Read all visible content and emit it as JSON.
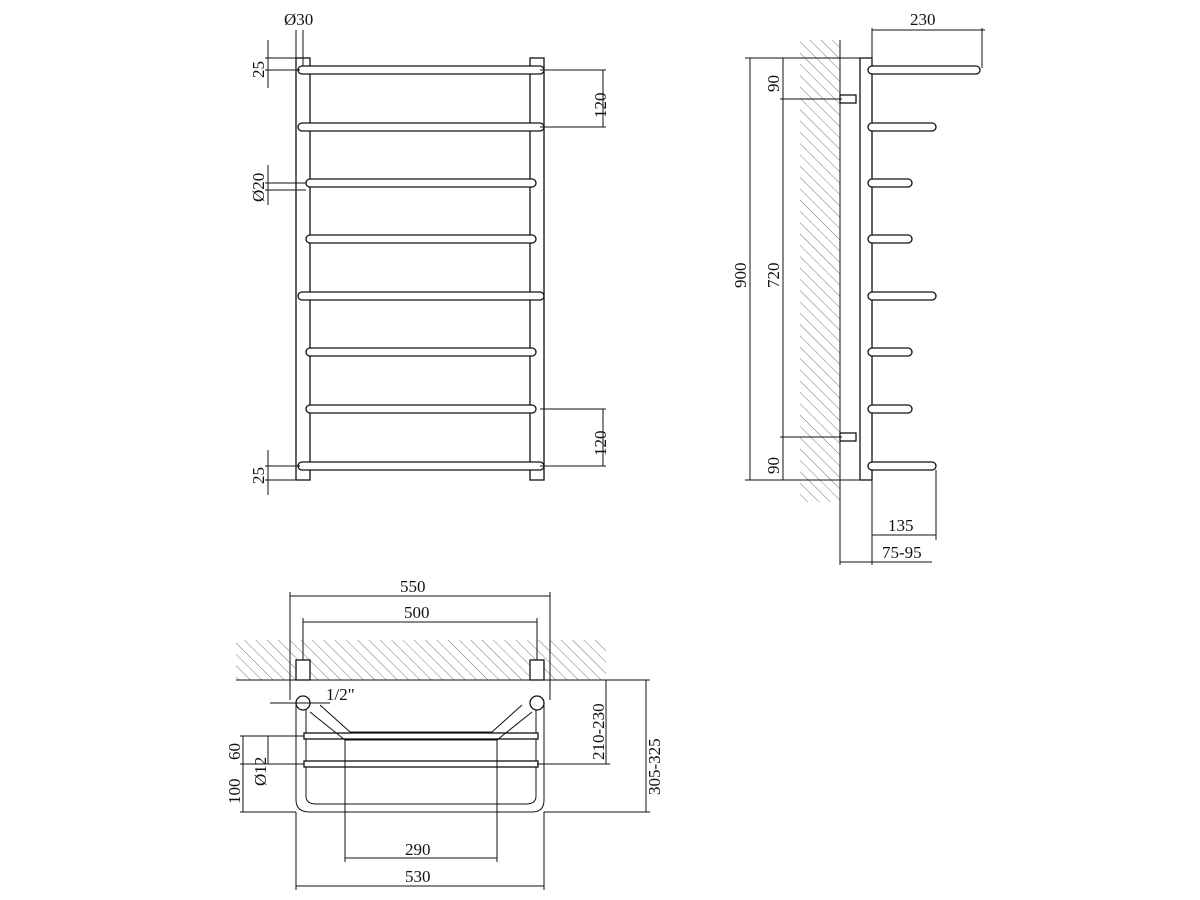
{
  "front_view": {
    "d_top": "Ø30",
    "top_offset": "25",
    "top_spacing": "120",
    "d_rail": "Ø20",
    "bottom_spacing": "120",
    "bottom_offset": "25"
  },
  "side_view": {
    "depth": "230",
    "top_mount": "90",
    "height": "900",
    "mount_spacing": "720",
    "bottom_mount": "90",
    "rail_depth": "135",
    "wall_gap": "75-95"
  },
  "top_view": {
    "width": "550",
    "axis_width": "500",
    "thread": "1/2\"",
    "wall_dist": "210-230",
    "total_depth": "305-325",
    "d_shelf": "Ø12",
    "shelf_60": "60",
    "shelf_100": "100",
    "inner_width": "290",
    "outer_width": "530"
  }
}
